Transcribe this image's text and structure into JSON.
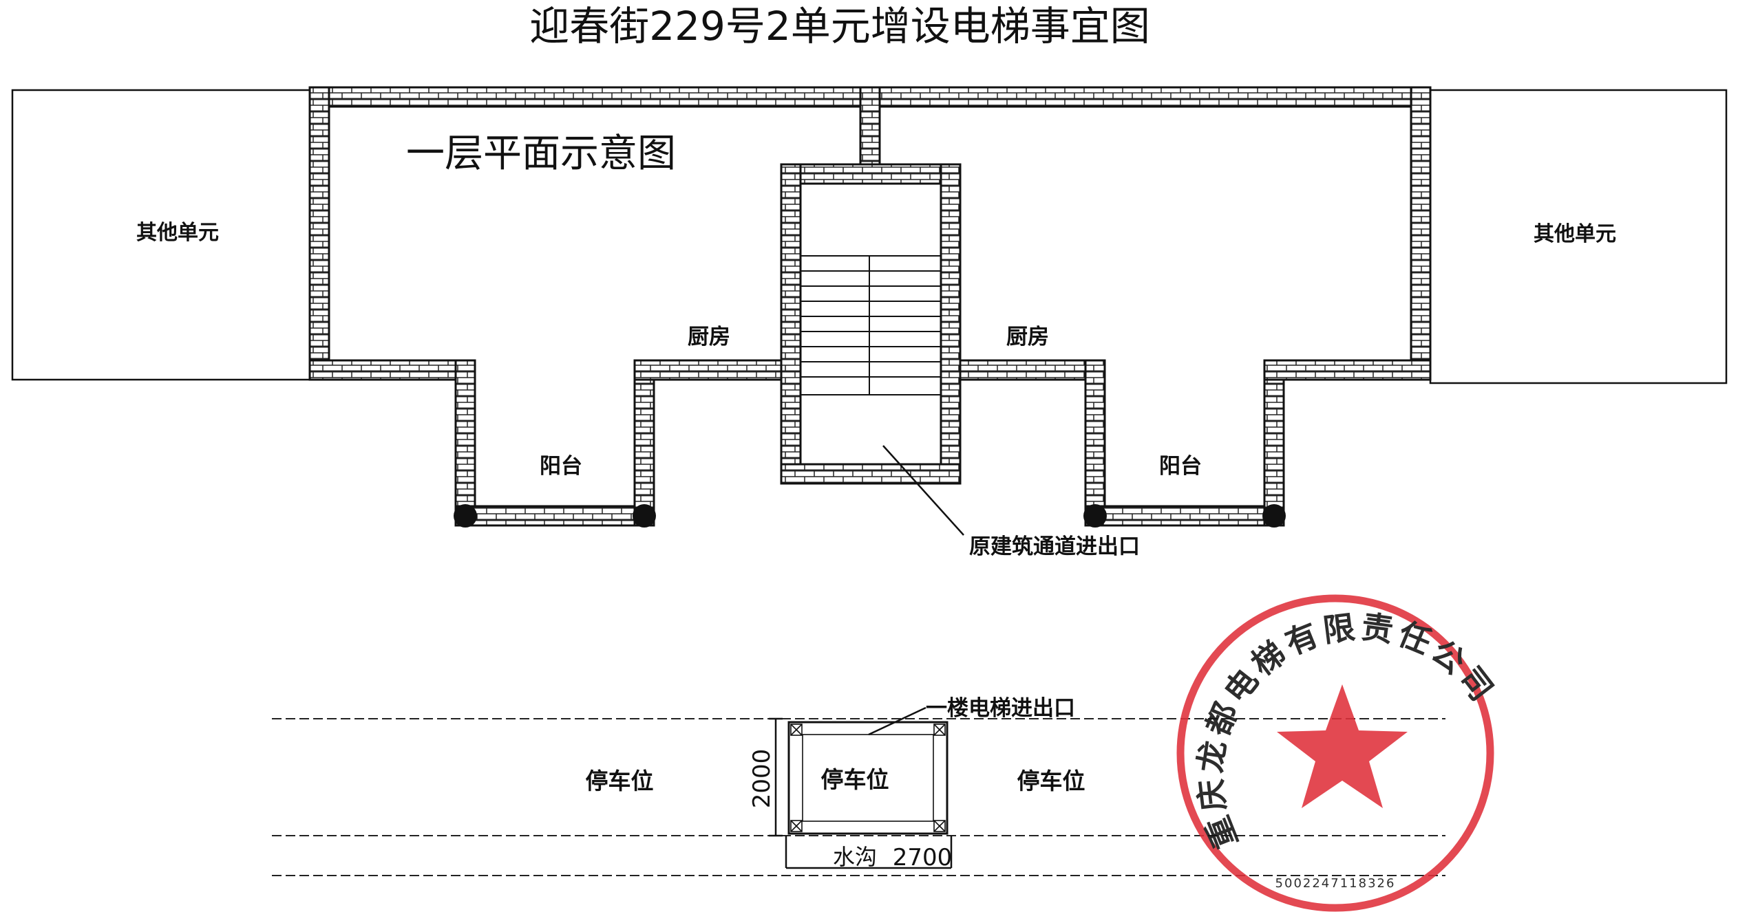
{
  "title": "迎春街229号2单元增设电梯事宜图",
  "plan": {
    "subtitle": "一层平面示意图",
    "other_unit_left": "其他单元",
    "other_unit_right": "其他单元",
    "kitchen_left": "厨房",
    "kitchen_right": "厨房",
    "balcony_left": "阳台",
    "balcony_right": "阳台",
    "entrance_label": "原建筑通道进出口"
  },
  "site": {
    "elevator_entrance_label": "一楼电梯进出口",
    "parking_left": "停车位",
    "parking_middle": "停车位",
    "parking_right": "停车位",
    "dim_vertical": "2000",
    "dim_horizontal": "2700",
    "ditch_label": "水沟"
  },
  "seal": {
    "company_name": "重庆龙都电梯有限责任公司",
    "number": "5002247118326",
    "color": "#e0303b"
  },
  "colors": {
    "line": "#111111",
    "background": "#ffffff"
  }
}
